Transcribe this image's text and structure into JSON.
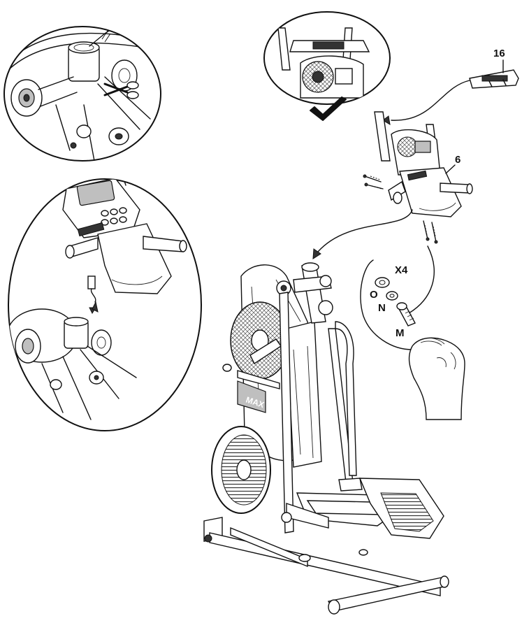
{
  "labels": {
    "part_16": "16",
    "part_6": "6",
    "qty": "X4",
    "part_o": "O",
    "part_n": "N",
    "part_m": "M"
  },
  "icons": {
    "approval": "check-mark-icon",
    "cut": "scissors-icon"
  }
}
